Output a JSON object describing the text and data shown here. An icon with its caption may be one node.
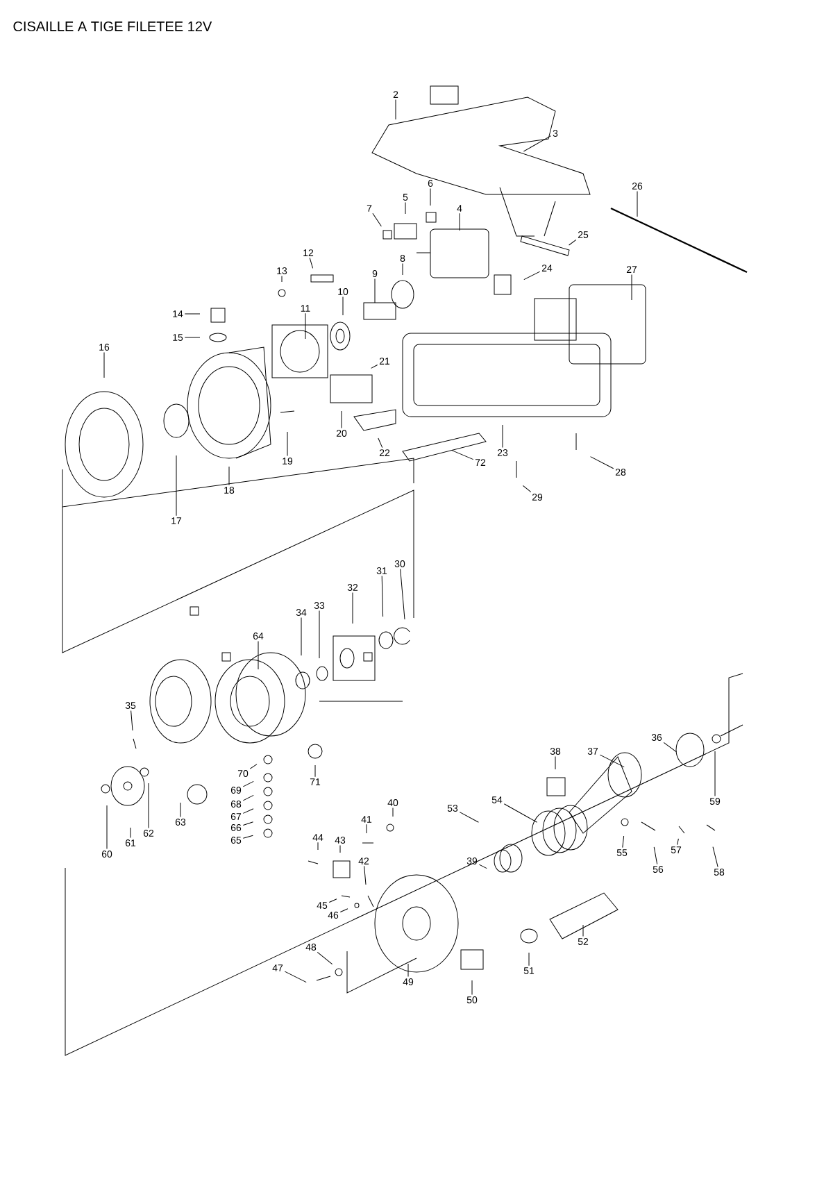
{
  "diagram": {
    "title": "CISAILLE A TIGE FILETEE 12V",
    "nodes": [
      {
        "text": [
          "2"
        ]
      },
      {
        "text": [
          "3"
        ]
      },
      {
        "text": [
          "4"
        ]
      },
      {
        "text": [
          "5"
        ]
      },
      {
        "text": [
          "6"
        ]
      },
      {
        "text": [
          "7"
        ]
      },
      {
        "text": [
          "8"
        ]
      },
      {
        "text": [
          "9"
        ]
      },
      {
        "text": [
          "10"
        ]
      },
      {
        "text": [
          "11"
        ]
      },
      {
        "text": [
          "12"
        ]
      },
      {
        "text": [
          "13"
        ]
      },
      {
        "text": [
          "14"
        ]
      },
      {
        "text": [
          "15"
        ]
      },
      {
        "text": [
          "16"
        ]
      },
      {
        "text": [
          "17"
        ]
      },
      {
        "text": [
          "18"
        ]
      },
      {
        "text": [
          "19"
        ]
      },
      {
        "text": [
          "20"
        ]
      },
      {
        "text": [
          "21"
        ]
      },
      {
        "text": [
          "22"
        ]
      },
      {
        "text": [
          "23"
        ]
      },
      {
        "text": [
          "24"
        ]
      },
      {
        "text": [
          "25"
        ]
      },
      {
        "text": [
          "26"
        ]
      },
      {
        "text": [
          "27"
        ]
      },
      {
        "text": [
          "28"
        ]
      },
      {
        "text": [
          "29"
        ]
      },
      {
        "text": [
          "30"
        ]
      },
      {
        "text": [
          "31"
        ]
      },
      {
        "text": [
          "32"
        ]
      },
      {
        "text": [
          "33"
        ]
      },
      {
        "text": [
          "34"
        ]
      },
      {
        "text": [
          "35"
        ]
      },
      {
        "text": [
          "36"
        ]
      },
      {
        "text": [
          "37"
        ]
      },
      {
        "text": [
          "38"
        ]
      },
      {
        "text": [
          "39"
        ]
      },
      {
        "text": [
          "40"
        ]
      },
      {
        "text": [
          "41"
        ]
      },
      {
        "text": [
          "42"
        ]
      },
      {
        "text": [
          "43"
        ]
      },
      {
        "text": [
          "44"
        ]
      },
      {
        "text": [
          "45"
        ]
      },
      {
        "text": [
          "46"
        ]
      },
      {
        "text": [
          "47"
        ]
      },
      {
        "text": [
          "48"
        ]
      },
      {
        "text": [
          "49"
        ]
      },
      {
        "text": [
          "50"
        ]
      },
      {
        "text": [
          "51"
        ]
      },
      {
        "text": [
          "52"
        ]
      },
      {
        "text": [
          "53"
        ]
      },
      {
        "text": [
          "54"
        ]
      },
      {
        "text": [
          "55"
        ]
      },
      {
        "text": [
          "56"
        ]
      },
      {
        "text": [
          "57"
        ]
      },
      {
        "text": [
          "58"
        ]
      },
      {
        "text": [
          "59"
        ]
      },
      {
        "text": [
          "60"
        ]
      },
      {
        "text": [
          "61"
        ]
      },
      {
        "text": [
          "62"
        ]
      },
      {
        "text": [
          "63"
        ]
      },
      {
        "text": [
          "64"
        ]
      },
      {
        "text": [
          "65"
        ]
      },
      {
        "text": [
          "66"
        ]
      },
      {
        "text": [
          "67"
        ]
      },
      {
        "text": [
          "68"
        ]
      },
      {
        "text": [
          "69"
        ]
      },
      {
        "text": [
          "70"
        ]
      },
      {
        "text": [
          "71"
        ]
      },
      {
        "text": [
          "72"
        ]
      }
    ],
    "edges": [
      {
        "from": 0,
        "to": null,
        "arrow": "none"
      },
      {
        "from": 1,
        "to": null,
        "arrow": "none"
      },
      {
        "from": 2,
        "to": null,
        "arrow": "none"
      },
      {
        "from": 3,
        "to": null,
        "arrow": "none"
      },
      {
        "from": 4,
        "to": null,
        "arrow": "none"
      },
      {
        "from": 5,
        "to": null,
        "arrow": "none"
      },
      {
        "from": 6,
        "to": null,
        "arrow": "none"
      },
      {
        "from": 7,
        "to": null,
        "arrow": "none"
      },
      {
        "from": 8,
        "to": null,
        "arrow": "none"
      },
      {
        "from": 9,
        "to": null,
        "arrow": "none"
      },
      {
        "from": 10,
        "to": null,
        "arrow": "none"
      },
      {
        "from": 11,
        "to": null,
        "arrow": "none"
      },
      {
        "from": 12,
        "to": null,
        "arrow": "none"
      },
      {
        "from": 13,
        "to": null,
        "arrow": "none"
      },
      {
        "from": 14,
        "to": null,
        "arrow": "none"
      },
      {
        "from": 15,
        "to": null,
        "arrow": "none"
      },
      {
        "from": 16,
        "to": null,
        "arrow": "none"
      },
      {
        "from": 17,
        "to": null,
        "arrow": "none"
      },
      {
        "from": 18,
        "to": null,
        "arrow": "none"
      },
      {
        "from": 19,
        "to": null,
        "arrow": "none"
      },
      {
        "from": 20,
        "to": null,
        "arrow": "none"
      },
      {
        "from": 21,
        "to": null,
        "arrow": "none"
      },
      {
        "from": 22,
        "to": null,
        "arrow": "none"
      },
      {
        "from": 23,
        "to": null,
        "arrow": "none"
      },
      {
        "from": 24,
        "to": null,
        "arrow": "none"
      },
      {
        "from": 25,
        "to": null,
        "arrow": "none"
      },
      {
        "from": 26,
        "to": null,
        "arrow": "none"
      },
      {
        "from": 27,
        "to": null,
        "arrow": "none"
      },
      {
        "from": 28,
        "to": null,
        "arrow": "none"
      },
      {
        "from": 29,
        "to": null,
        "arrow": "none"
      },
      {
        "from": 30,
        "to": null,
        "arrow": "none"
      },
      {
        "from": 31,
        "to": null,
        "arrow": "none"
      },
      {
        "from": 32,
        "to": null,
        "arrow": "none"
      },
      {
        "from": 33,
        "to": null,
        "arrow": "none"
      },
      {
        "from": 34,
        "to": null,
        "arrow": "none"
      },
      {
        "from": 35,
        "to": null,
        "arrow": "none"
      },
      {
        "from": 36,
        "to": null,
        "arrow": "none"
      },
      {
        "from": 37,
        "to": null,
        "arrow": "none"
      },
      {
        "from": 38,
        "to": null,
        "arrow": "none"
      },
      {
        "from": 39,
        "to": null,
        "arrow": "none"
      },
      {
        "from": 40,
        "to": null,
        "arrow": "none"
      },
      {
        "from": 41,
        "to": null,
        "arrow": "none"
      },
      {
        "from": 42,
        "to": null,
        "arrow": "none"
      },
      {
        "from": 43,
        "to": null,
        "arrow": "none"
      },
      {
        "from": 44,
        "to": null,
        "arrow": "none"
      },
      {
        "from": 45,
        "to": null,
        "arrow": "none"
      },
      {
        "from": 46,
        "to": null,
        "arrow": "none"
      },
      {
        "from": 47,
        "to": null,
        "arrow": "none"
      },
      {
        "from": 48,
        "to": null,
        "arrow": "none"
      },
      {
        "from": 49,
        "to": null,
        "arrow": "none"
      },
      {
        "from": 50,
        "to": null,
        "arrow": "none"
      },
      {
        "from": 51,
        "to": null,
        "arrow": "none"
      },
      {
        "from": 52,
        "to": null,
        "arrow": "none"
      },
      {
        "from": 53,
        "to": null,
        "arrow": "none"
      },
      {
        "from": 54,
        "to": null,
        "arrow": "none"
      },
      {
        "from": 55,
        "to": null,
        "arrow": "none"
      },
      {
        "from": 56,
        "to": null,
        "arrow": "none"
      },
      {
        "from": 57,
        "to": null,
        "arrow": "none"
      },
      {
        "from": 58,
        "to": null,
        "arrow": "none"
      },
      {
        "from": 59,
        "to": null,
        "arrow": "none"
      },
      {
        "from": 60,
        "to": null,
        "arrow": "none"
      },
      {
        "from": 61,
        "to": null,
        "arrow": "none"
      },
      {
        "from": 62,
        "to": null,
        "arrow": "none"
      },
      {
        "from": 63,
        "to": null,
        "arrow": "none"
      },
      {
        "from": 64,
        "to": null,
        "arrow": "none"
      },
      {
        "from": 65,
        "to": null,
        "arrow": "none"
      },
      {
        "from": 66,
        "to": null,
        "arrow": "none"
      },
      {
        "from": 67,
        "to": null,
        "arrow": "none"
      },
      {
        "from": 68,
        "to": null,
        "arrow": "none"
      },
      {
        "from": 69,
        "to": null,
        "arrow": "none"
      },
      {
        "from": 70,
        "to": null,
        "arrow": "none"
      }
    ]
  }
}
